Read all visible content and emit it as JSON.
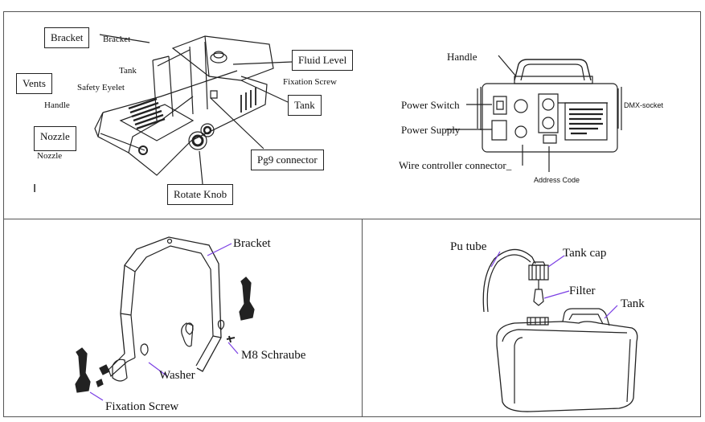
{
  "panel_machine": {
    "labels": {
      "bracket_box": "Bracket",
      "bracket": "Bracket",
      "tank": "Tank",
      "vents": "Vents",
      "safety_eyelet": "Safety Eyelet",
      "handle": "Handle",
      "nozzle_box": "Nozzle",
      "nozzle": "Nozzle",
      "fluid_level": "Fluid Level",
      "fixation_screw": "Fixation  Screw",
      "tank_box": "Tank",
      "pg9_connector": "Pg9 connector",
      "rotate_knob": "Rotate Knob",
      "cursor_mark": "I"
    }
  },
  "panel_back": {
    "labels": {
      "handle": "Handle",
      "power_switch": "Power  Switch",
      "power_supply": "Power Supply",
      "wire_controller": "Wire  controller  connector_",
      "dmx_socket": "DMX-socket",
      "address_code": "Address Code"
    }
  },
  "panel_bracket": {
    "labels": {
      "bracket": "Bracket",
      "washer": "Washer",
      "m8_schraube": "M8  Schraube",
      "fixation_screw": "Fixation   Screw"
    }
  },
  "panel_tank": {
    "labels": {
      "pu_tube": "Pu tube",
      "tank_cap": "Tank cap",
      "filter": "Filter",
      "tank": "Tank"
    }
  },
  "colors": {
    "arrow": "#7b3fe4",
    "line": "#222222"
  }
}
